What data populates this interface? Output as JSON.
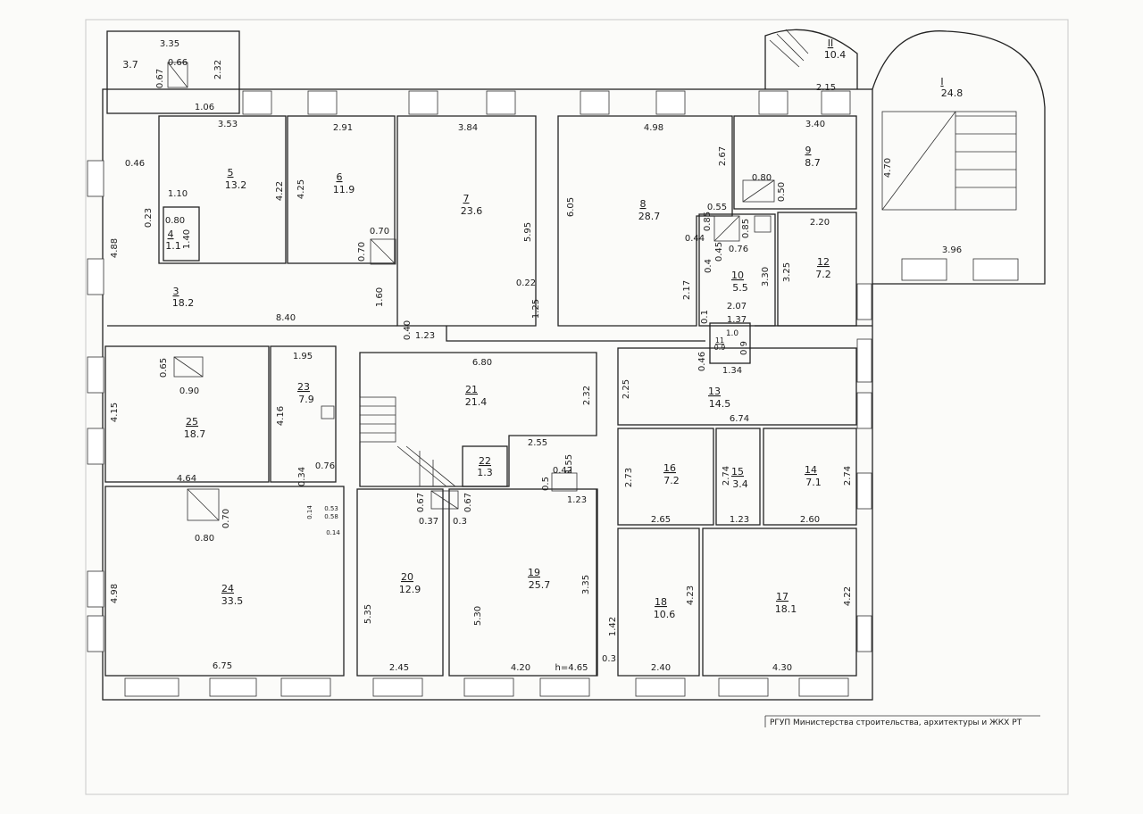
{
  "stamp": "РГУП Министерства строительства, архитектуры и ЖКХ  РТ",
  "rooms": [
    {
      "id": "s2",
      "no": "",
      "area": "3.7"
    },
    {
      "id": "r1",
      "no": "I",
      "area": "24.8"
    },
    {
      "id": "r2",
      "no": "II",
      "area": "10.4"
    },
    {
      "id": "n3",
      "no": "3",
      "area": "18.2"
    },
    {
      "id": "n4",
      "no": "4",
      "area": "1.1"
    },
    {
      "id": "n5",
      "no": "5",
      "area": "13.2"
    },
    {
      "id": "n6",
      "no": "6",
      "area": "11.9"
    },
    {
      "id": "n7",
      "no": "7",
      "area": "23.6"
    },
    {
      "id": "n8",
      "no": "8",
      "area": "28.7"
    },
    {
      "id": "n9",
      "no": "9",
      "area": "8.7"
    },
    {
      "id": "n10",
      "no": "10",
      "area": "5.5"
    },
    {
      "id": "n11",
      "no": "11",
      "area": "1.0"
    },
    {
      "id": "n12",
      "no": "12",
      "area": "7.2"
    },
    {
      "id": "n13",
      "no": "13",
      "area": "14.5"
    },
    {
      "id": "n14",
      "no": "14",
      "area": "7.1"
    },
    {
      "id": "n15",
      "no": "15",
      "area": "3.4"
    },
    {
      "id": "n16",
      "no": "16",
      "area": "7.2"
    },
    {
      "id": "n17",
      "no": "17",
      "area": "18.1"
    },
    {
      "id": "n18",
      "no": "18",
      "area": "10.6"
    },
    {
      "id": "n19",
      "no": "19",
      "area": "25.7"
    },
    {
      "id": "n20",
      "no": "20",
      "area": "12.9"
    },
    {
      "id": "n21",
      "no": "21",
      "area": "21.4"
    },
    {
      "id": "n22",
      "no": "22",
      "area": "1.3"
    },
    {
      "id": "n23",
      "no": "23",
      "area": "7.9"
    },
    {
      "id": "n24",
      "no": "24",
      "area": "33.5"
    },
    {
      "id": "n25",
      "no": "25",
      "area": "18.7"
    }
  ],
  "dimensions": {
    "d001": "3.35",
    "d002": "2.32",
    "d003": "0.66",
    "d004": "0.67",
    "d005": "1.06",
    "d006": "3.53",
    "d007": "2.91",
    "d008": "3.84",
    "d009": "4.98",
    "d010": "3.40",
    "d011": "2.15",
    "d012": "4.70",
    "d013": "3.96",
    "d014": "4.22",
    "d015": "4.25",
    "d016": "6.05",
    "d017": "5.95",
    "d018": "2.67",
    "d019": "0.80",
    "d020": "0.50",
    "d021": "0.55",
    "d022": "0.85",
    "d023": "0.85",
    "d024": "0.76",
    "d025": "0.44",
    "d026": "0.45",
    "d027": "0.4",
    "d028": "2.20",
    "d029": "3.30",
    "d030": "3.25",
    "d031": "2.17",
    "d032": "2.07",
    "d033": "1.37",
    "d034": "0.1",
    "d035": "0.70",
    "d036": "0.70",
    "d037": "1.60",
    "d038": "0.22",
    "d039": "1.25",
    "d040": "8.40",
    "d041": "0.40",
    "d042": "1.23",
    "d043": "1.10",
    "d044": "0.80",
    "d045": "1.40",
    "d046": "0.46",
    "d047": "4.88",
    "d048": "0.65",
    "d049": "0.90",
    "d050": "1.95",
    "d051": "4.16",
    "d052": "4.15",
    "d053": "6.80",
    "d054": "2.32",
    "d055": "2.25",
    "d056": "0.46",
    "d057": "1.34",
    "d058": "0.9",
    "d059": "0.9",
    "d060": "6.74",
    "d061": "2.55",
    "d062": "1.55",
    "d063": "0.42",
    "d064": "0.5",
    "d065": "1.23",
    "d066": "2.73",
    "d067": "2.74",
    "d068": "2.74",
    "d069": "2.65",
    "d070": "1.23",
    "d071": "2.60",
    "d072": "4.64",
    "d073": "0.34",
    "d074": "0.76",
    "d075": "0.80",
    "d076": "0.70",
    "d077": "0.14",
    "d078": "0.53",
    "d079": "0.58",
    "d080": "0.14",
    "d081": "0.67",
    "d082": "0.37",
    "d083": "0.3",
    "d084": "0.67",
    "d085": "4.98",
    "d086": "5.35",
    "d087": "5.30",
    "d088": "3.35",
    "d089": "1.42",
    "d090": "0.3",
    "d091": "4.23",
    "d092": "4.22",
    "d093": "6.75",
    "d094": "2.45",
    "d095": "4.20",
    "d096": "h=4.65",
    "d097": "2.40",
    "d098": "4.30",
    "d099": "0.23",
    "d100": "3.7"
  }
}
